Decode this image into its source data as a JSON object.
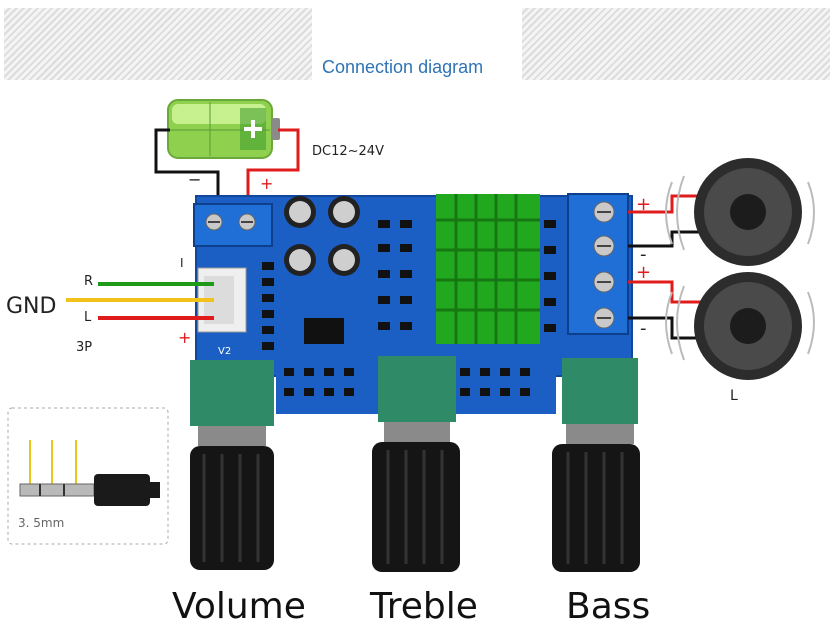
{
  "header": {
    "title": "Connection diagram"
  },
  "power": {
    "voltage": "DC12~24V",
    "minus": "−",
    "plus": "+"
  },
  "input": {
    "r": "R",
    "gnd": "GND",
    "l": "L",
    "connector": "3P",
    "plus": "+",
    "marker": "I"
  },
  "speakers": {
    "plus_top": "+",
    "minus_top": "-",
    "plus_bottom": "+",
    "minus_bottom": "-",
    "left_label": "L"
  },
  "board": {
    "version": "V2"
  },
  "jack": {
    "size": "3. 5mm"
  },
  "knobs": {
    "volume": "Volume",
    "treble": "Treble",
    "bass": "Bass"
  },
  "colors": {
    "header": "#2f74b5",
    "board": "#1b5fc4",
    "heatsink": "#22a81e",
    "wire_red": "#e01b1b",
    "wire_yellow": "#f2c21a",
    "wire_green": "#1f9a18"
  }
}
